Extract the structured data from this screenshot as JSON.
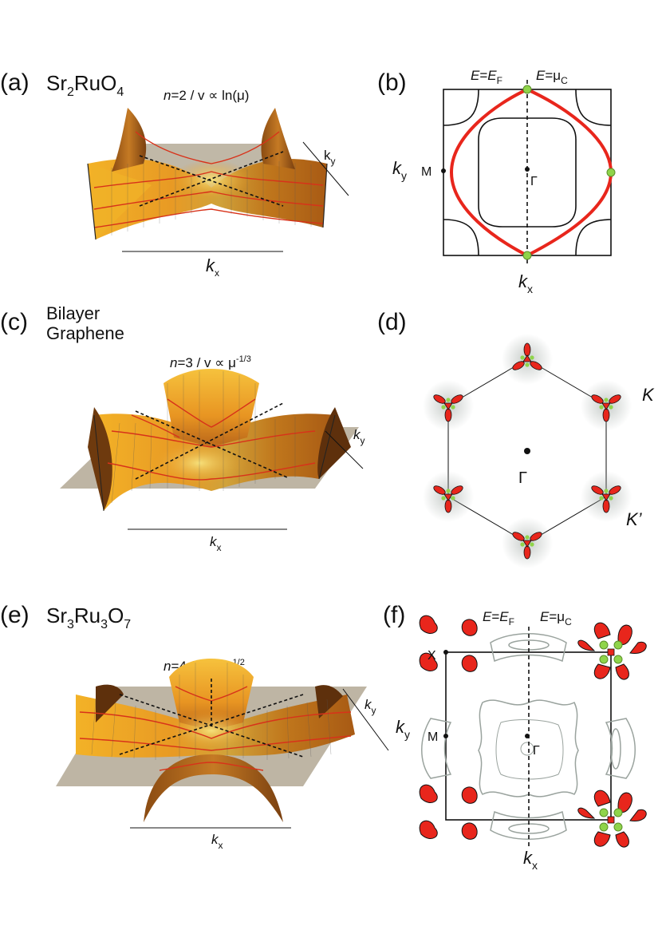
{
  "panels": {
    "a": {
      "letter": "(a)",
      "material": [
        "Sr",
        "2",
        "RuO",
        "4"
      ],
      "n_label": "n",
      "eq_rest": "=2  /  v ∝ ln(μ)",
      "kx": "k",
      "kx_sub": "x",
      "ky": "k",
      "ky_sub": "y"
    },
    "b": {
      "letter": "(b)",
      "e_ef_1": "E",
      "e_ef_2": "=",
      "e_ef_3": "E",
      "e_ef_sub": "F",
      "e_mu": "E",
      "e_mu_2": "=μ",
      "e_mu_sub": "C",
      "ky": "k",
      "ky_sub": "y",
      "kx": "k",
      "kx_sub": "x",
      "M": "M",
      "Gamma": "Γ"
    },
    "c": {
      "letter": "(c)",
      "material_1": "Bilayer",
      "material_2": "Graphene",
      "n_label": "n",
      "eq_rest": "=3  /  v ∝ μ",
      "eq_sup": "-1/3",
      "kx": "k",
      "kx_sub": "x",
      "ky": "k",
      "ky_sub": "y"
    },
    "d": {
      "letter": "(d)",
      "K": "K",
      "Kp": "K’",
      "Gamma": "Γ"
    },
    "e": {
      "letter": "(e)",
      "material": [
        "Sr",
        "3",
        "Ru",
        "3",
        "O",
        "7"
      ],
      "n_label": "n",
      "eq_rest": "=4  /  v ∝ μ",
      "eq_sup": "-1/2",
      "kx": "k",
      "kx_sub": "x",
      "ky": "k",
      "ky_sub": "y"
    },
    "f": {
      "letter": "(f)",
      "e_ef_1": "E",
      "e_ef_2": "=",
      "e_ef_3": "E",
      "e_ef_sub": "F",
      "e_mu": "E",
      "e_mu_2": "=μ",
      "e_mu_sub": "C",
      "X": "X",
      "M": "M",
      "Gamma": "Γ",
      "ky": "k",
      "ky_sub": "y",
      "kx": "k",
      "kx_sub": "x"
    }
  },
  "colors": {
    "red_contour": "#e8261c",
    "green_dot": "#8fd44a",
    "orange_surface": "#e69a1f",
    "plane": "#b7ad9a",
    "grey_contour": "#9aa39e"
  },
  "icons": [
    "surface-saddle",
    "fermi-contour",
    "hexagon-bz",
    "hotspot-lobe"
  ]
}
